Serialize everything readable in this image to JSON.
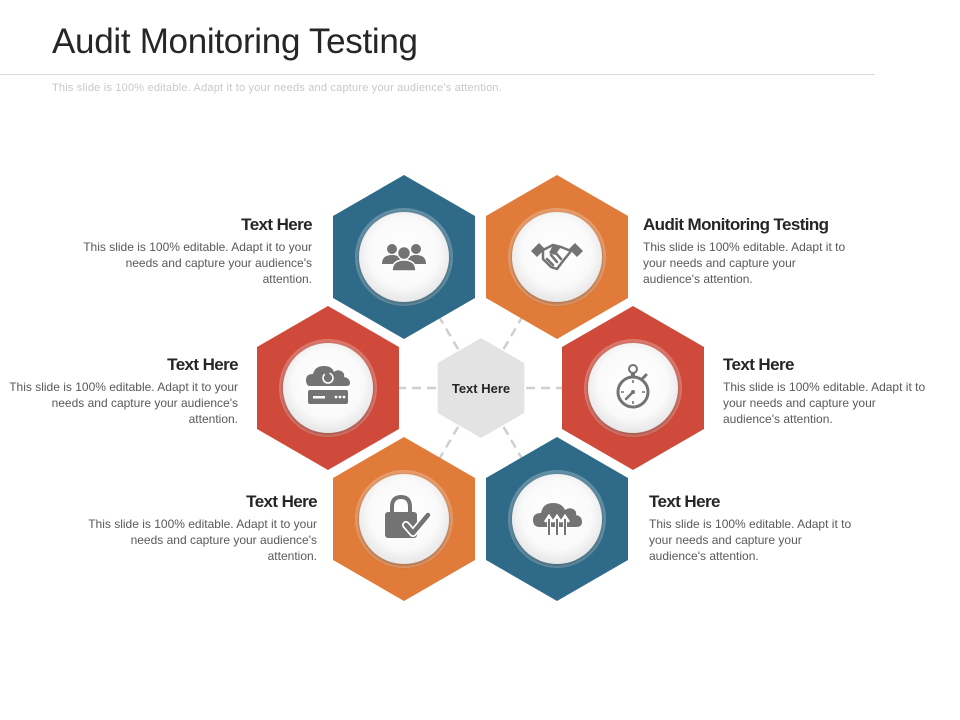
{
  "title": "Audit Monitoring Testing",
  "subtitle": "This slide is 100% editable. Adapt it to your needs and capture your audience's attention.",
  "colors": {
    "blue": "#2f6b88",
    "orange": "#e07b39",
    "red": "#cf4a3a",
    "center": "#e3e3e3",
    "icon": "#737373",
    "connector": "#cfcfcf"
  },
  "center": {
    "label": "Text Here"
  },
  "hexagons": [
    {
      "id": "top-left",
      "color": "blue",
      "icon": "team-icon"
    },
    {
      "id": "top-right",
      "color": "orange",
      "icon": "handshake-icon"
    },
    {
      "id": "mid-left",
      "color": "red",
      "icon": "cloud-server-icon"
    },
    {
      "id": "mid-right",
      "color": "red",
      "icon": "stopwatch-icon"
    },
    {
      "id": "bottom-left",
      "color": "orange",
      "icon": "lock-check-icon"
    },
    {
      "id": "bottom-right",
      "color": "blue",
      "icon": "cloud-upload-icon"
    }
  ],
  "text_blocks": [
    {
      "id": "top-left",
      "title": "Text Here",
      "body": "This slide is 100% editable. Adapt it to your needs and capture your audience's attention."
    },
    {
      "id": "top-right",
      "title": "Audit Monitoring Testing",
      "body": "This slide is 100% editable. Adapt it to your needs and capture your audience's attention."
    },
    {
      "id": "mid-left",
      "title": "Text Here",
      "body": "This slide is 100% editable. Adapt it to your needs and capture your audience's attention."
    },
    {
      "id": "mid-right",
      "title": "Text Here",
      "body": "This slide is 100% editable. Adapt it to your needs and capture your audience's attention."
    },
    {
      "id": "bottom-left",
      "title": "Text Here",
      "body": "This slide is 100% editable. Adapt it to your needs and capture your audience's attention."
    },
    {
      "id": "bottom-right",
      "title": "Text Here",
      "body": "This slide is 100% editable. Adapt it to your needs and capture your audience's attention."
    }
  ]
}
